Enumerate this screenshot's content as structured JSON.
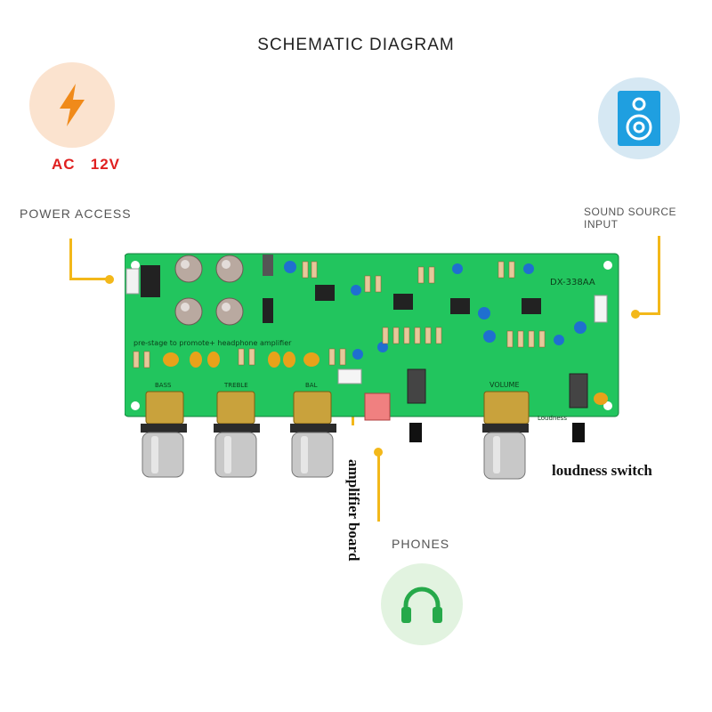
{
  "title": "SCHEMATIC DIAGRAM",
  "power": {
    "ac": "AC",
    "voltage": "12V",
    "label": "POWER ACCESS"
  },
  "sound_source": {
    "label": "SOUND SOURCE INPUT"
  },
  "phones": {
    "label": "PHONES"
  },
  "loudness": {
    "label": "loudness switch"
  },
  "amplifier": {
    "label": "amplifier board"
  },
  "board": {
    "model": "DX-338AA",
    "caption": "pre-stage to promote+ headphone amplifier",
    "knobs": [
      "BASS",
      "TREBLE",
      "BAL",
      "VOLUME"
    ],
    "loudness_silk": "Loudness"
  },
  "colors": {
    "accent": "#f3b81a",
    "board": "#22c55e",
    "ac_text": "#e02020"
  },
  "icons": {
    "power": "lightning-icon",
    "speaker": "speaker-icon",
    "phones": "headphones-icon"
  }
}
